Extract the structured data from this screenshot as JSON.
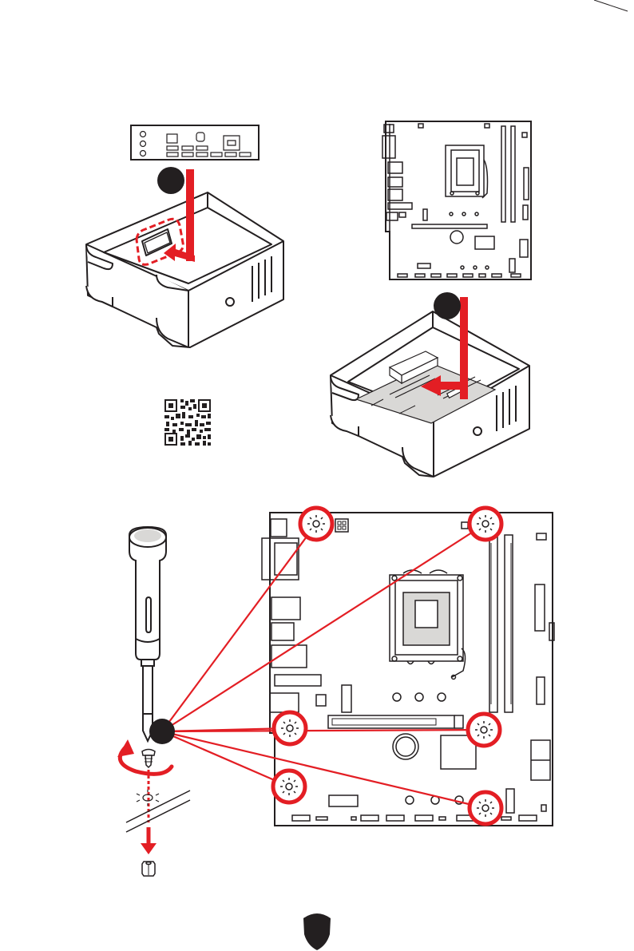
{
  "page": {
    "description": "",
    "accent_color": "#e31e24",
    "outline_color": "#231f20"
  },
  "steps": [
    {
      "number": "",
      "name": "install-io-shield"
    },
    {
      "number": "",
      "name": "install-motherboard"
    },
    {
      "number": "",
      "name": "fasten-screws"
    }
  ],
  "qr_code": {
    "name": "qr-code"
  },
  "footer": {
    "logo": "msi-shield-logo"
  }
}
